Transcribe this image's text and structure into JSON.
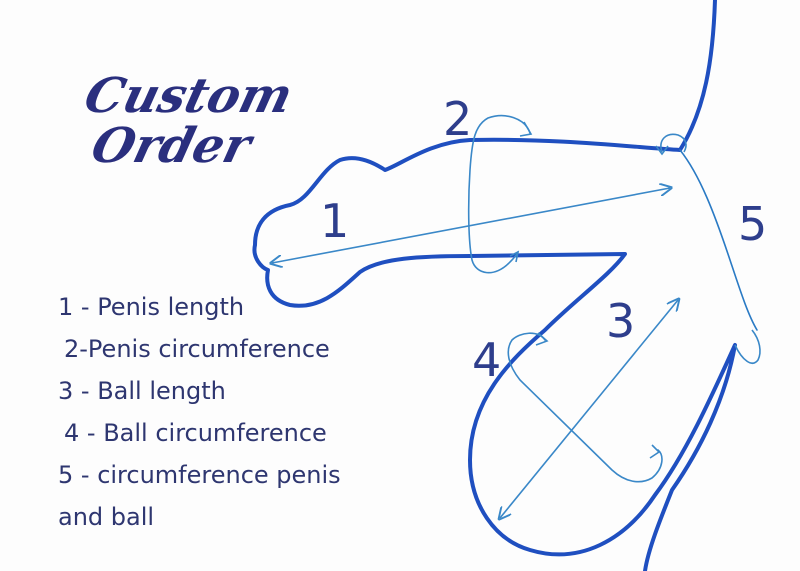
{
  "title": {
    "line1": "Custom",
    "line2": "Order"
  },
  "measurement_numbers": [
    "1",
    "2",
    "3",
    "4",
    "5"
  ],
  "legend": [
    "1 - Penis length",
    "2-Penis circumference",
    "3 - Ball length",
    "4 - Ball circumference",
    "5 - circumference penis",
    "and ball"
  ],
  "colors": {
    "outline": "#1f4fc0",
    "measure_lines": "#3a88c8",
    "text": "#2e3670",
    "title": "#2a2f7e"
  }
}
